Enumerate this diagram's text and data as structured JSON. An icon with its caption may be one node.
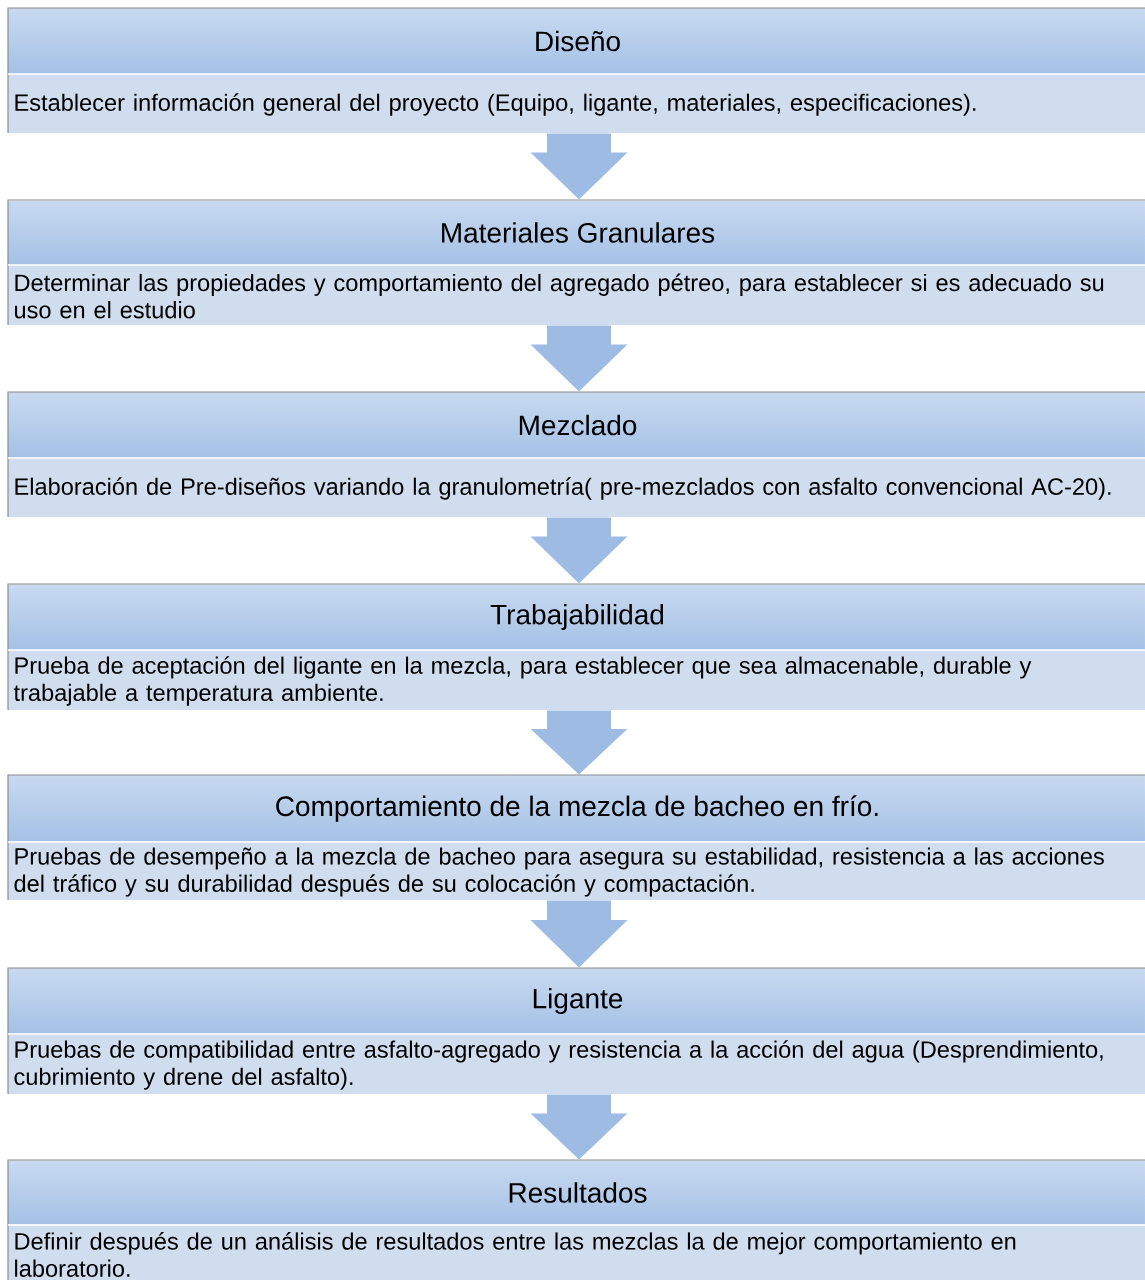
{
  "diagram": {
    "nodes": [
      {
        "text": [
          "Diseño",
          "Establecer información general del proyecto (Equipo, ligante, materiales, especificaciones)."
        ]
      },
      {
        "text": [
          "Materiales Granulares",
          "Determinar las propiedades y comportamiento del agregado pétreo, para establecer si es adecuado su uso en el estudio"
        ]
      },
      {
        "text": [
          "Mezclado",
          "Elaboración de Pre-diseños variando la granulometría( pre-mezclados con asfalto convencional AC-20)."
        ]
      },
      {
        "text": [
          "Trabajabilidad",
          "Prueba de aceptación del ligante en la mezcla, para establecer que sea almacenable, durable y trabajable a temperatura ambiente."
        ]
      },
      {
        "text": [
          "Comportamiento de la mezcla de bacheo en frío.",
          "Pruebas de desempeño a la mezcla de bacheo para asegura su estabilidad, resistencia a las acciones del tráfico y su durabilidad después de su colocación y compactación."
        ]
      },
      {
        "text": [
          "Ligante",
          "Pruebas de compatibilidad entre asfalto-agregado y resistencia a la acción del agua (Desprendimiento, cubrimiento y drene del asfalto)."
        ]
      },
      {
        "text": [
          "Resultados",
          "Definir después de un análisis de resultados entre las mezclas la de mejor comportamiento en laboratorio."
        ]
      }
    ],
    "edges": [
      {
        "from": 0,
        "to": 1,
        "arrow": "to"
      },
      {
        "from": 1,
        "to": 2,
        "arrow": "to"
      },
      {
        "from": 2,
        "to": 3,
        "arrow": "to"
      },
      {
        "from": 3,
        "to": 4,
        "arrow": "to"
      },
      {
        "from": 4,
        "to": 5,
        "arrow": "to"
      },
      {
        "from": 5,
        "to": 6,
        "arrow": "to"
      }
    ]
  }
}
